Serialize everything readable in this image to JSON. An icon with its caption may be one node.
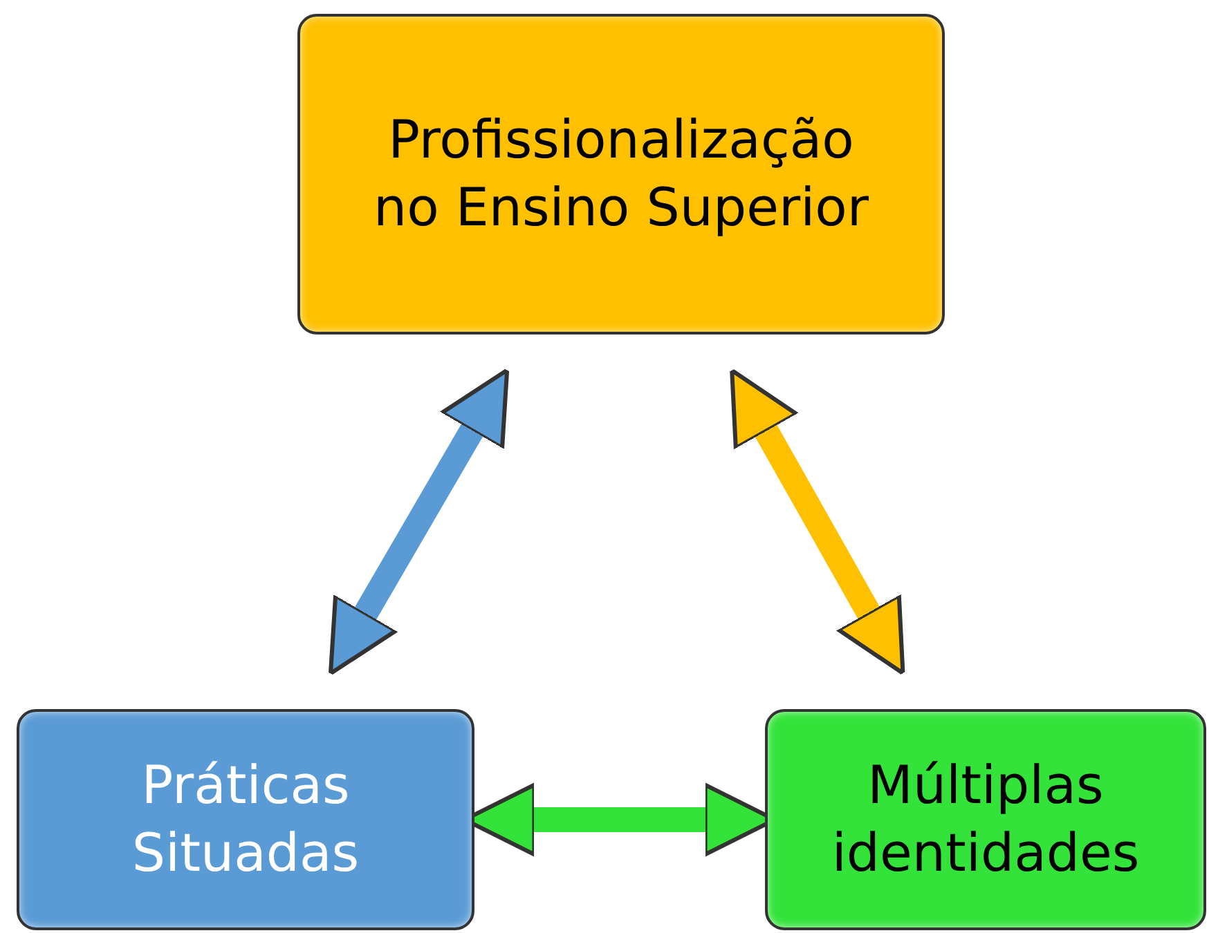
{
  "diagram": {
    "nodes": [
      {
        "text": [
          "Profissionalização no Ensino Superior"
        ]
      },
      {
        "text": [
          "Práticas Situadas"
        ]
      },
      {
        "text": [
          "Múltiplas identidades"
        ]
      }
    ],
    "edges": [
      {
        "from": 1,
        "to": 0,
        "arrow": "both",
        "color": "#5b9bd5"
      },
      {
        "from": 0,
        "to": 2,
        "arrow": "both",
        "color": "#ffc000"
      },
      {
        "from": 1,
        "to": 2,
        "arrow": "both",
        "color": "#33e33a"
      }
    ]
  }
}
